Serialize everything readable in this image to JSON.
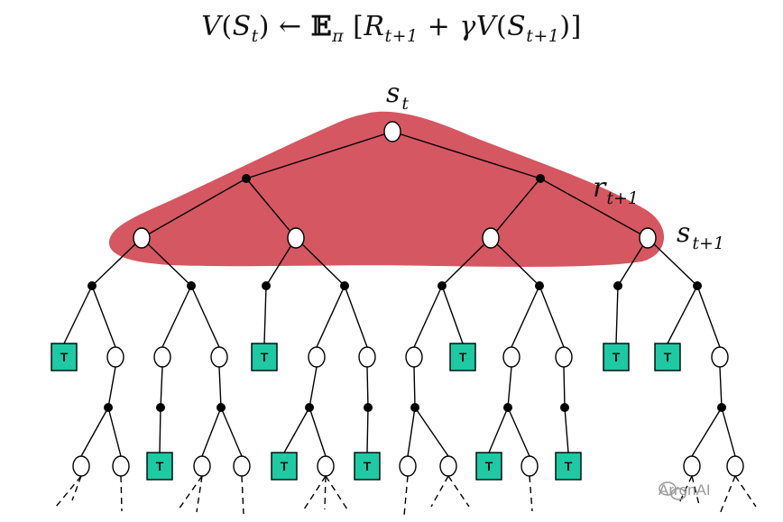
{
  "equation": {
    "V": "V",
    "S": "S",
    "t": "t",
    "arrow": "←",
    "E": "𝔼",
    "pi": "π",
    "R": "R",
    "t1": "t+1",
    "plus": "+",
    "gamma": "γ",
    "open_paren": "(",
    "close_paren": ")",
    "open_br": "[",
    "close_br": "]"
  },
  "labels": {
    "root_s": "s",
    "root_sub": "t",
    "reward_r": "r",
    "reward_sub": "t+1",
    "next_s": "s",
    "next_sub": "t+1"
  },
  "terminal_label": "T",
  "watermark": "ArronAI",
  "colors": {
    "highlight": "#d55762",
    "terminal_fill": "#1ec9a3",
    "line": "#000000"
  }
}
